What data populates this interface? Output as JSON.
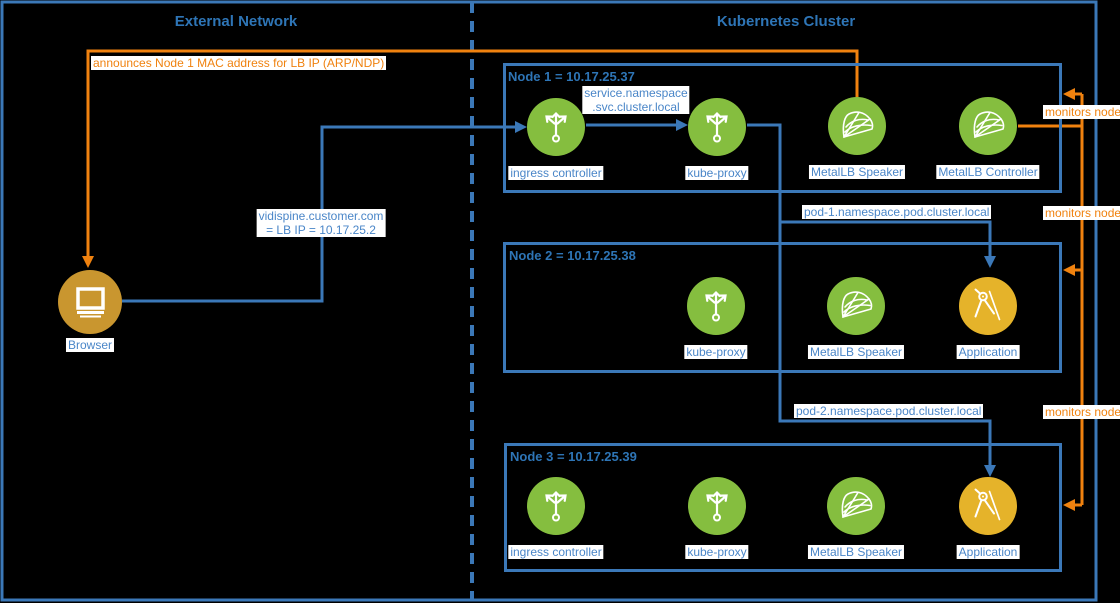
{
  "titles": {
    "external_network": "External Network",
    "kubernetes_cluster": "Kubernetes Cluster"
  },
  "browser": {
    "label": "Browser"
  },
  "nodes": [
    {
      "title": "Node 1 = 10.17.25.37",
      "components": [
        {
          "label": "ingress controller",
          "icon": "fork-icon"
        },
        {
          "label": "kube-proxy",
          "icon": "fork-icon"
        },
        {
          "label": "MetalLB Speaker",
          "icon": "metallb-sail-icon"
        },
        {
          "label": "MetalLB Controller",
          "icon": "metallb-sail-icon"
        }
      ]
    },
    {
      "title": "Node 2 = 10.17.25.38",
      "components": [
        {
          "label": "kube-proxy",
          "icon": "fork-icon"
        },
        {
          "label": "MetalLB Speaker",
          "icon": "metallb-sail-icon"
        },
        {
          "label": "Application",
          "icon": "compass-icon"
        }
      ]
    },
    {
      "title": "Node 3 = 10.17.25.39",
      "components": [
        {
          "label": "ingress controller",
          "icon": "fork-icon"
        },
        {
          "label": "kube-proxy",
          "icon": "fork-icon"
        },
        {
          "label": "MetalLB Speaker",
          "icon": "metallb-sail-icon"
        },
        {
          "label": "Application",
          "icon": "compass-icon"
        }
      ]
    }
  ],
  "edge_labels": {
    "announce": "announces Node 1 MAC address for LB IP (ARP/NDP)",
    "dns_line1": "vidispine.customer.com",
    "dns_line2": "= LB IP = 10.17.25.2",
    "service_line1": "service.namespace",
    "service_line2": ".svc.cluster.local",
    "pod1": "pod-1.namespace.pod.cluster.local",
    "pod2": "pod-2.namespace.pod.cluster.local",
    "monitors": "monitors node"
  },
  "colors": {
    "background": "#000000",
    "wire_blue": "#3B78B8",
    "title_blue": "#2E75B6",
    "label_blue": "#4A86C8",
    "wire_orange": "#F0820F",
    "icon_green": "#85BE3F",
    "application_gold": "#E5B32A",
    "browser_gold": "#C9962F"
  }
}
